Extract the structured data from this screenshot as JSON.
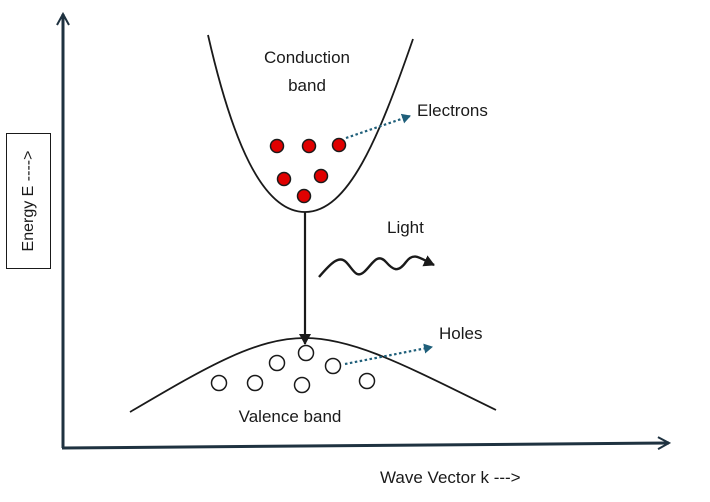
{
  "labels": {
    "conduction_line1": "Conduction",
    "conduction_line2": "band",
    "electrons": "Electrons",
    "light": "Light",
    "holes": "Holes",
    "valence": "Valence band",
    "y_axis": "Energy E ---->",
    "x_axis": "Wave Vector k --->"
  },
  "colors": {
    "axis": "#1f3240",
    "curve": "#1a1a1a",
    "electron_fill": "#e00000",
    "pointer": "#1f5f7a"
  }
}
